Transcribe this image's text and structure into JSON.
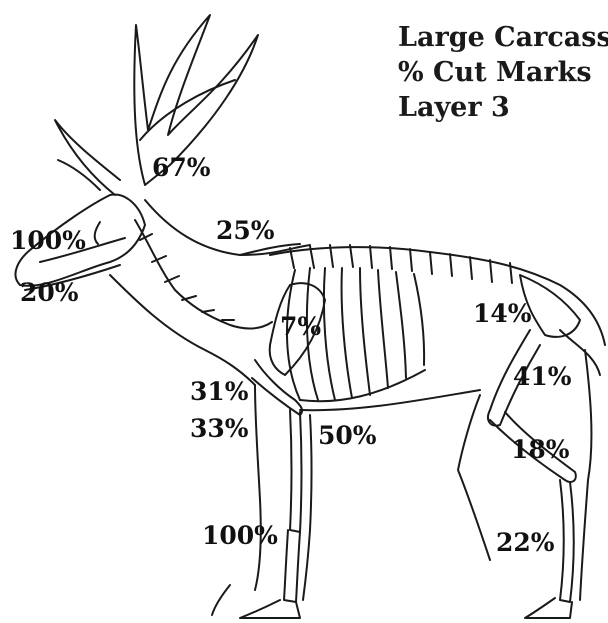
{
  "title": {
    "line1": "Large Carcass",
    "line2": "% Cut Marks",
    "line3": "Layer  3"
  },
  "labels": {
    "antler": "67%",
    "skull": "100%",
    "mandible": "20%",
    "cervical_vertebrae": "25%",
    "scapula": "7%",
    "pelvis": "14%",
    "femur": "41%",
    "humerus": "31%",
    "radius_ulna": "33%",
    "ribs": "50%",
    "tibia": "18%",
    "metacarpal": "100%",
    "metatarsal": "22%"
  },
  "colors": {
    "line": "#1a1a1a",
    "text": "#111111",
    "background": "#ffffff"
  }
}
